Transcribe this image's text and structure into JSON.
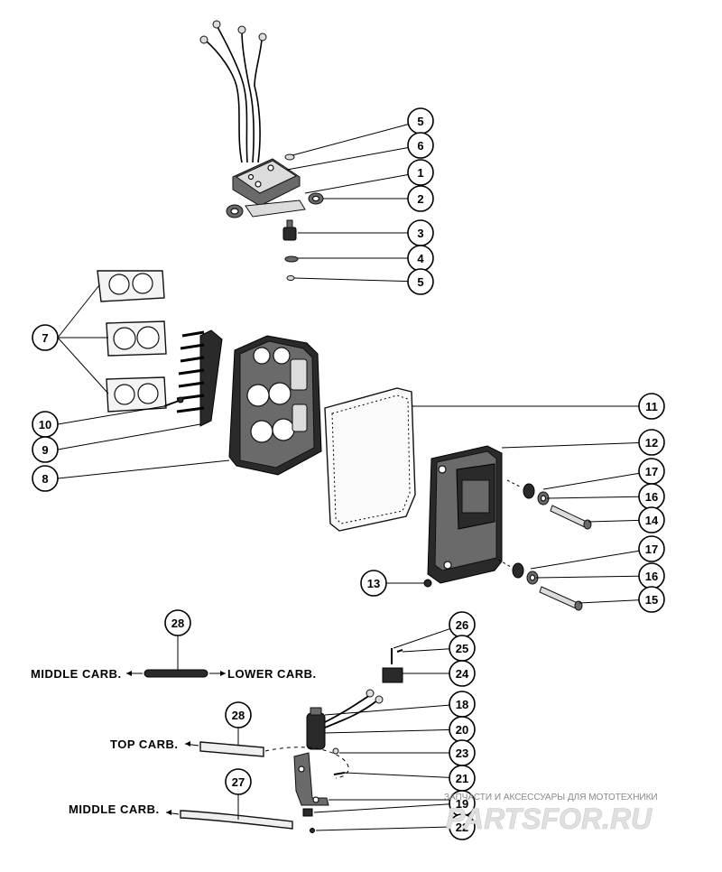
{
  "callouts": [
    {
      "id": "c5a",
      "label": "5"
    },
    {
      "id": "c6",
      "label": "6"
    },
    {
      "id": "c1",
      "label": "1"
    },
    {
      "id": "c2",
      "label": "2"
    },
    {
      "id": "c3",
      "label": "3"
    },
    {
      "id": "c4",
      "label": "4"
    },
    {
      "id": "c5b",
      "label": "5"
    },
    {
      "id": "c7",
      "label": "7"
    },
    {
      "id": "c10",
      "label": "10"
    },
    {
      "id": "c9",
      "label": "9"
    },
    {
      "id": "c8",
      "label": "8"
    },
    {
      "id": "c11",
      "label": "11"
    },
    {
      "id": "c12",
      "label": "12"
    },
    {
      "id": "c17a",
      "label": "17"
    },
    {
      "id": "c16a",
      "label": "16"
    },
    {
      "id": "c14",
      "label": "14"
    },
    {
      "id": "c17b",
      "label": "17"
    },
    {
      "id": "c16b",
      "label": "16"
    },
    {
      "id": "c15",
      "label": "15"
    },
    {
      "id": "c13",
      "label": "13"
    },
    {
      "id": "c28a",
      "label": "28"
    },
    {
      "id": "c26",
      "label": "26"
    },
    {
      "id": "c25",
      "label": "25"
    },
    {
      "id": "c24",
      "label": "24"
    },
    {
      "id": "c18",
      "label": "18"
    },
    {
      "id": "c28b",
      "label": "28"
    },
    {
      "id": "c20",
      "label": "20"
    },
    {
      "id": "c23",
      "label": "23"
    },
    {
      "id": "c27",
      "label": "27"
    },
    {
      "id": "c21",
      "label": "21"
    },
    {
      "id": "c19",
      "label": "19"
    },
    {
      "id": "c22",
      "label": "22"
    }
  ],
  "hose_labels": {
    "middle_carb_1": "MIDDLE CARB.",
    "lower_carb": "LOWER CARB.",
    "top_carb": "TOP CARB.",
    "middle_carb_2": "MIDDLE CARB."
  },
  "watermark": {
    "tagline": "ЗАПЧАСТИ И АКСЕССУАРЫ ДЛЯ МОТОТЕХНИКИ",
    "brand": "PARTSFOR.RU"
  }
}
